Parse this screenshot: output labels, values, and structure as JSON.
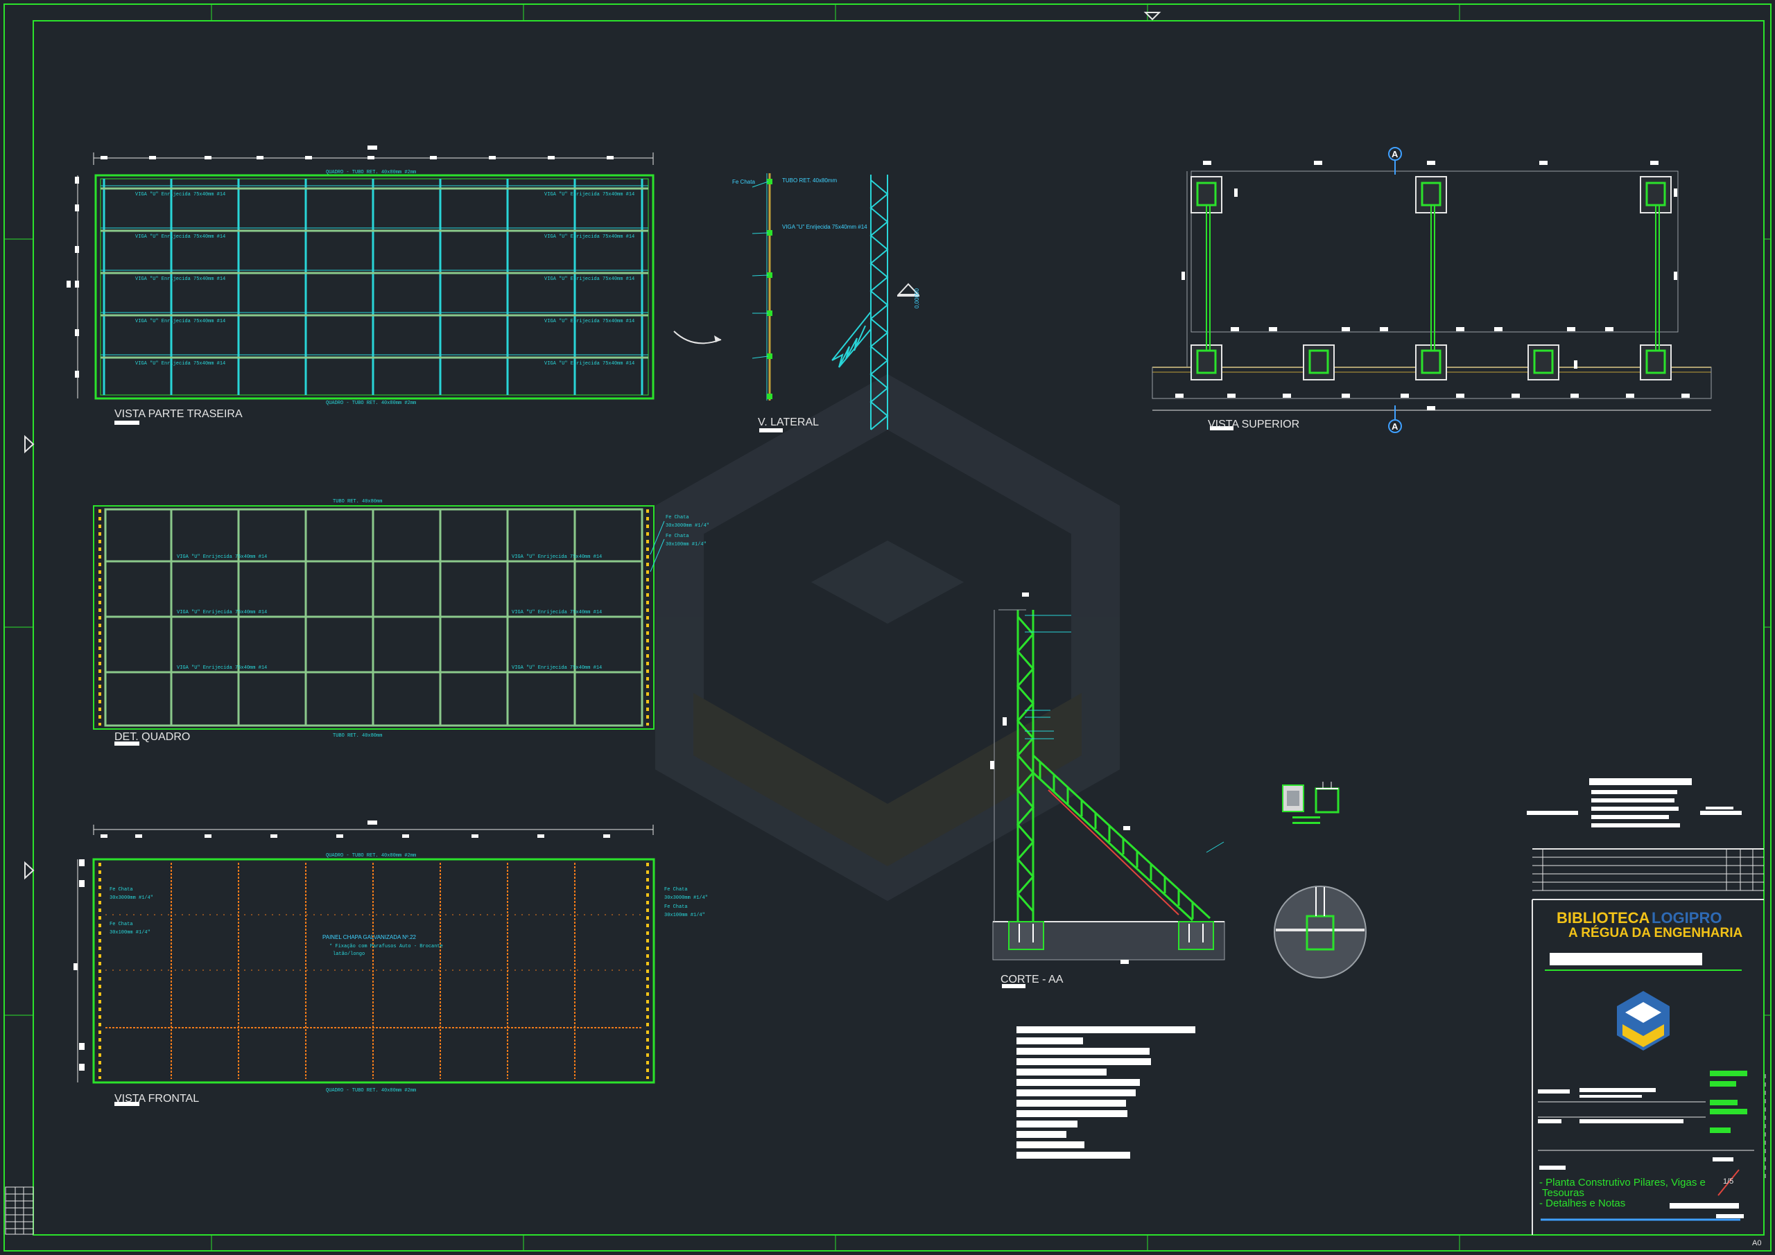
{
  "views": {
    "rear": "VISTA PARTE TRASEIRA",
    "lateral": "V. LATERAL",
    "top": "VISTA SUPERIOR",
    "frame": "DET. QUADRO",
    "front": "VISTA FRONTAL",
    "section": "CORTE - AA"
  },
  "annotations": {
    "frame_tube": "QUADRO - TUBO RET. 40x80mm #2mm",
    "tube_ret": "TUBO RET. 40x80mm",
    "flat_bar_1": "Fe Chata",
    "flat_bar_2": "30x3000mm #1/4\"",
    "flat_bar_3": "30x100mm #1/4\"",
    "panel_line1": "PAINEL CHAPA GALVANIZADA Nº.22",
    "panel_line2": "* Fixação com Parafusos Auto - Brocante",
    "panel_line3": "latão/longo",
    "vtube": "VIGA \"U\" Enrijecida 75x40mm #14",
    "level": "0,00000",
    "section_mark": "A"
  },
  "logo": {
    "word1": "BIBLIOTECA",
    "word2": "LOGIPRO",
    "tagline": "A RÉGUA DA ENGENHARIA"
  },
  "title_block": {
    "items": [
      "- Planta Construtivo Pilares, Vigas e",
      "Tesouras",
      "- Detalhes e Notas"
    ],
    "sheet_size": "A0",
    "sheet_number": "1/5"
  },
  "colors": {
    "background": "#20262c",
    "frame_green": "#2be22b",
    "cyan": "#29d5d8",
    "orange": "#f07a1a",
    "yellow": "#f3c318",
    "logo_blue": "#2e6ab4"
  }
}
